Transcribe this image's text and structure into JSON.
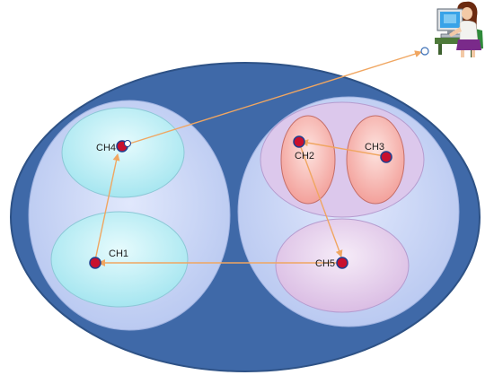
{
  "nodes": {
    "ch1": {
      "label": "CH1"
    },
    "ch2": {
      "label": "CH2"
    },
    "ch3": {
      "label": "CH3"
    },
    "ch4": {
      "label": "CH4"
    },
    "ch5": {
      "label": "CH5"
    }
  },
  "colors": {
    "outer_field": "#3f69a8",
    "outer_field_stroke": "#2e5286",
    "left_cluster": "#c7d4f6",
    "right_cluster": "#c7d4f6",
    "cyan_region": "#b8eef4",
    "pink_region": "#f6b2ae",
    "violet_region": "#e2c9ea",
    "node_fill": "#c8102e",
    "node_stroke": "#1f3f8f",
    "link_arrow": "#f0a661"
  },
  "icons": {
    "base_station": "user-at-computer-icon"
  }
}
